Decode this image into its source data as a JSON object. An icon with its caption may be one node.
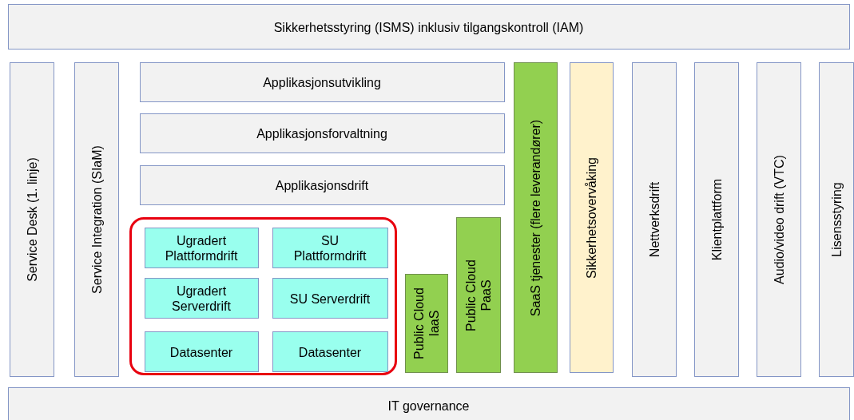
{
  "diagram": {
    "nodes": [
      {
        "text": [
          "Sikkerhetsstyring (ISMS) inklusiv tilgangskontroll (IAM)"
        ]
      },
      {
        "text": [
          "Service Desk (1. linje)"
        ]
      },
      {
        "text": [
          "Service Integration (SIaM)"
        ]
      },
      {
        "text": [
          "Applikasjonsutvikling"
        ]
      },
      {
        "text": [
          "Applikasjonsforvaltning"
        ]
      },
      {
        "text": [
          "Applikasjonsdrift"
        ]
      },
      {
        "text": [],
        "shape": "box"
      },
      {
        "text": [
          "Ugradert Plattformdrift"
        ],
        "in": 6
      },
      {
        "text": [
          "SU Plattformdrift"
        ],
        "in": 6
      },
      {
        "text": [
          "Ugradert Serverdrift"
        ],
        "in": 6
      },
      {
        "text": [
          "SU Serverdrift"
        ],
        "in": 6
      },
      {
        "text": [
          "Datasenter"
        ],
        "in": 6
      },
      {
        "text": [
          "Datasenter"
        ],
        "in": 6
      },
      {
        "text": [
          "Public Cloud IaaS"
        ]
      },
      {
        "text": [
          "Public Cloud PaaS"
        ]
      },
      {
        "text": [
          "SaaS tjenester (flere leverandører)"
        ]
      },
      {
        "text": [
          "Sikkerhetsovervåking"
        ]
      },
      {
        "text": [
          "Nettverksdrift"
        ]
      },
      {
        "text": [
          "Klientplattform"
        ]
      },
      {
        "text": [
          "Audio/video drift (VTC)"
        ]
      },
      {
        "text": [
          "Lisensstyring"
        ]
      },
      {
        "text": [
          "IT governance"
        ]
      }
    ]
  }
}
